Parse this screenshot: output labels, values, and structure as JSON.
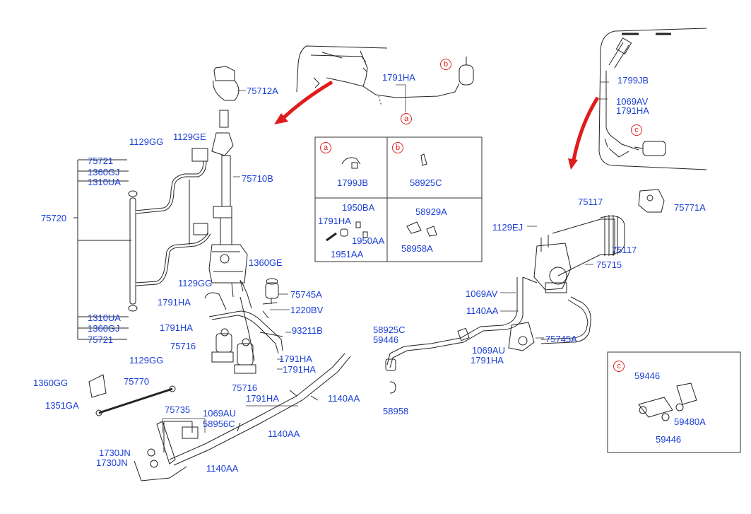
{
  "parts": {
    "p75712A": "75712A",
    "p1129GG_top": "1129GG",
    "p1129GE": "1129GE",
    "p75721_top": "75721",
    "p1360GJ_top": "1360GJ",
    "p1310UA_top": "1310UA",
    "p75710B": "75710B",
    "p75720": "75720",
    "p1129GG_mid": "1129GG",
    "p1360GE": "1360GE",
    "p75745A_left": "75745A",
    "p1791HA_1": "1791HA",
    "p1220BV": "1220BV",
    "p1310UA_bot": "1310UA",
    "p1360GJ_bot": "1360GJ",
    "p1791HA_2": "1791HA",
    "p93211B": "93211B",
    "p75721_bot": "75721",
    "p75716_a": "75716",
    "p1129GG_bot": "1129GG",
    "p1791HA_3": "1791HA",
    "p1791HA_4": "1791HA",
    "p75716_b": "75716",
    "p1360GG": "1360GG",
    "p75770": "75770",
    "p1351GA": "1351GA",
    "p75735": "75735",
    "p1069AU_left": "1069AU",
    "p58956C": "58956C",
    "p1791HA_5": "1791HA",
    "p1140AA_a": "1140AA",
    "p1140AA_b": "1140AA",
    "p1730JN_a": "1730JN",
    "p1730JN_b": "1730JN",
    "p1140AA_c": "1140AA",
    "p1791HA_top": "1791HA",
    "p1799JB_inset": "1799JB",
    "p58925C_inset": "58925C",
    "p1950BA": "1950BA",
    "p1791HA_inset": "1791HA",
    "p1950AA": "1950AA",
    "p1951AA": "1951AA",
    "p58929A": "58929A",
    "p58958A": "58958A",
    "p1799JB_right": "1799JB",
    "p1069AV_right": "1069AV",
    "p1791HA_right": "1791HA",
    "p75117_top": "75117",
    "p75771A": "75771A",
    "p1129EJ": "1129EJ",
    "p75117_bot": "75117",
    "p75715": "75715",
    "p1069AV_mid": "1069AV",
    "p1140AA_mid": "1140AA",
    "p58925C_mid": "58925C",
    "p59446_mid": "59446",
    "p75745A_right": "75745A",
    "p1069AU_mid": "1069AU",
    "p1791HA_mid": "1791HA",
    "p58958": "58958",
    "p59446_c1": "59446",
    "p59480A": "59480A",
    "p59446_c2": "59446"
  },
  "callouts": {
    "a": "a",
    "b": "b",
    "c": "c"
  },
  "colors": {
    "label": "#1a3fd6",
    "callout": "#e02020",
    "arrow": "#e01b1b",
    "line": "#222222"
  }
}
